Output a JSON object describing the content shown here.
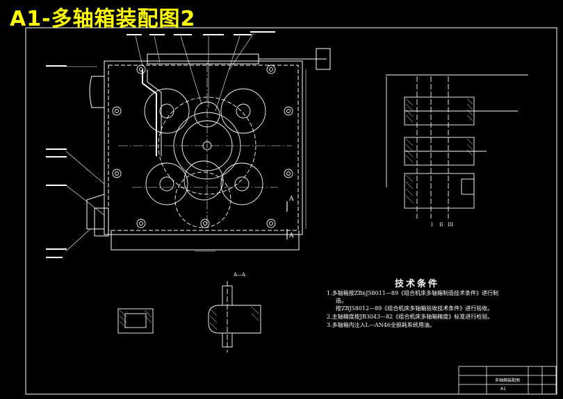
{
  "title": "A1-多轴箱装配图2",
  "tech_requirements": {
    "heading": "技术条件",
    "lines": [
      "1.多轴箱按ZBnJ58011—89《组合机床多轴箱制造技术条件》进行制",
      "造。",
      "按ZBJ58012—89《组合机床多轴箱验收技术条件》进行验收。",
      "2.主轴精度按JB3043—82《组合机床多轴箱精度》标准进行检验。",
      "3.多轴箱内注入L—AN46全损耗系统用油。"
    ]
  },
  "section_label": "A—A",
  "view_labels": [
    "A",
    "A",
    "I",
    "II",
    "III"
  ],
  "title_block": {
    "drawing_name": "多轴箱装配图",
    "sheet": "A1"
  },
  "colors": {
    "background": "#000000",
    "title": "#ffff00",
    "lines": "#ffffff",
    "leaders": "#7fd6ff"
  }
}
